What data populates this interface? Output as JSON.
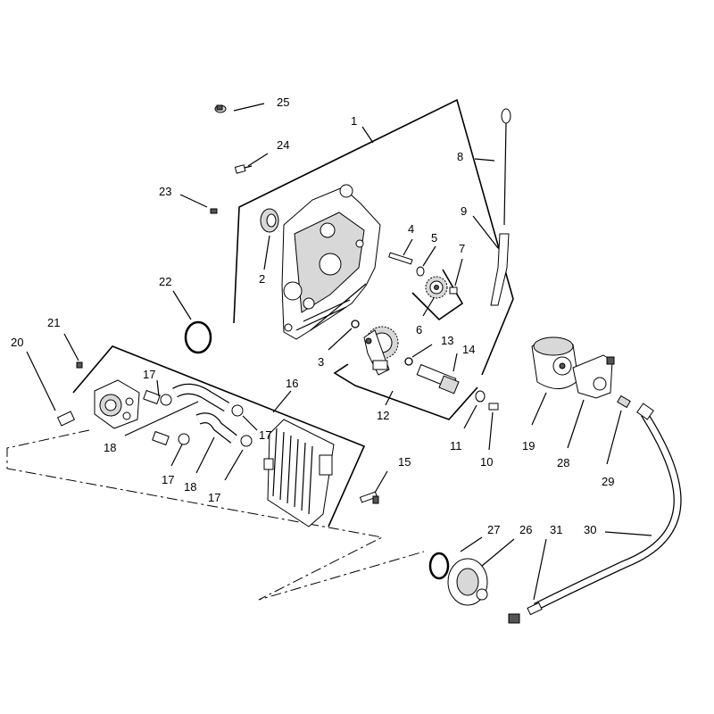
{
  "callouts": {
    "c1": "1",
    "c2": "2",
    "c3": "3",
    "c4": "4",
    "c5": "5",
    "c6": "6",
    "c7": "7",
    "c8": "8",
    "c9": "9",
    "c10": "10",
    "c11": "11",
    "c12": "12",
    "c13": "13",
    "c14": "14",
    "c15": "15",
    "c16": "16",
    "c17a": "17",
    "c17b": "17",
    "c17c": "17",
    "c17d": "17",
    "c18a": "18",
    "c18b": "18",
    "c19": "19",
    "c20": "20",
    "c21": "21",
    "c22": "22",
    "c23": "23",
    "c24": "24",
    "c25": "25",
    "c26": "26",
    "c27": "27",
    "c28": "28",
    "c29": "29",
    "c30": "30",
    "c31": "31"
  }
}
